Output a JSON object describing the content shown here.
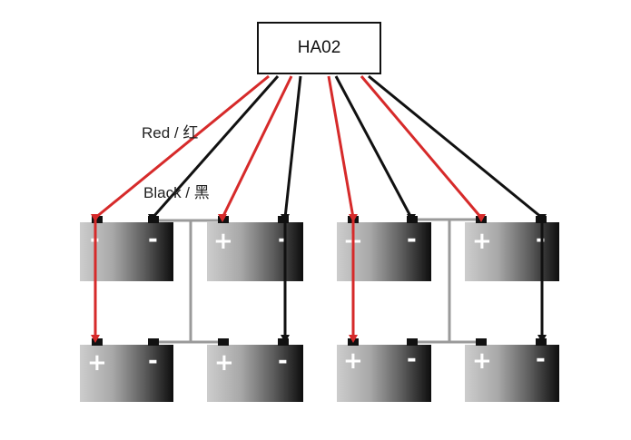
{
  "controller": {
    "label": "HA02"
  },
  "legend": {
    "red_label": "Red / 红",
    "black_label": "Black / 黑"
  },
  "terminal_signs": {
    "positive": "+",
    "negative": "-"
  },
  "colors": {
    "red_wire": "#d62a2a",
    "black_wire": "#111111",
    "link_wire": "#9a9a9a",
    "battery_light": "#c9c9c9",
    "battery_dark": "#0d0d0d"
  },
  "batteries": [
    {
      "id": "b1",
      "group": "left",
      "row": "top",
      "pos": 1
    },
    {
      "id": "b2",
      "group": "left",
      "row": "top",
      "pos": 2
    },
    {
      "id": "b3",
      "group": "left",
      "row": "bottom",
      "pos": 1
    },
    {
      "id": "b4",
      "group": "left",
      "row": "bottom",
      "pos": 2
    },
    {
      "id": "b5",
      "group": "right",
      "row": "top",
      "pos": 1
    },
    {
      "id": "b6",
      "group": "right",
      "row": "top",
      "pos": 2
    },
    {
      "id": "b7",
      "group": "right",
      "row": "bottom",
      "pos": 1
    },
    {
      "id": "b8",
      "group": "right",
      "row": "bottom",
      "pos": 2
    }
  ]
}
